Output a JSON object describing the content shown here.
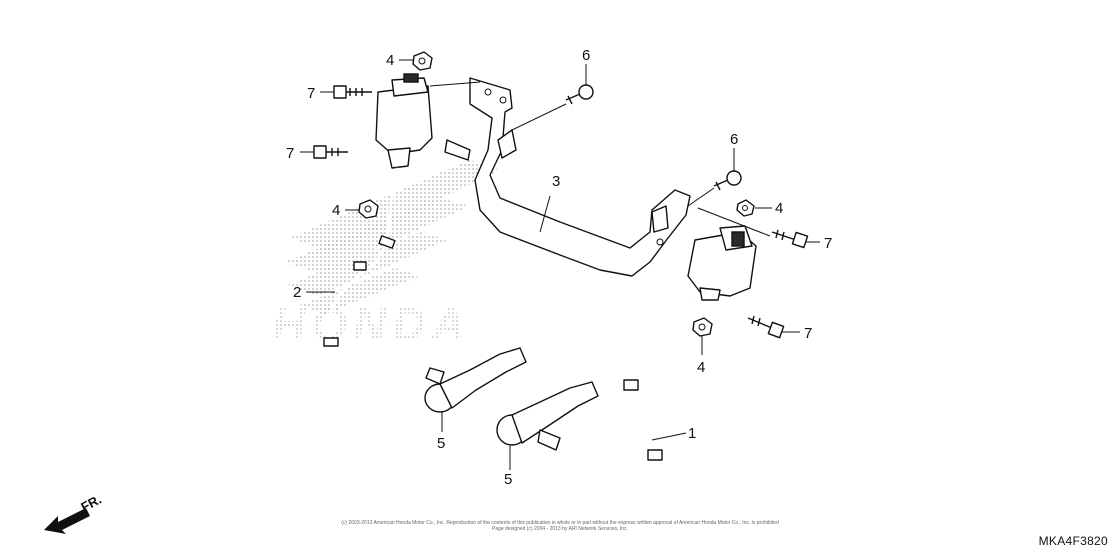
{
  "watermark": {
    "brand": "HONDA"
  },
  "callouts": {
    "c1": "1",
    "c2": "2",
    "c3": "3",
    "c4a": "4",
    "c4b": "4",
    "c4c": "4",
    "c4d": "4",
    "c5a": "5",
    "c5b": "5",
    "c6a": "6",
    "c6b": "6",
    "c7a": "7",
    "c7b": "7",
    "c7c": "7",
    "c7d": "7"
  },
  "direction": {
    "label": "FR."
  },
  "footer": {
    "copyright_line1": "(c) 2003-2013 American Honda Motor Co., Inc. Reproduction of the contents of this publication in whole or in part without the express written approval of American Honda Motor Co., Inc. is prohibited",
    "copyright_line2": "Page designed (c) 2004 - 2013 by ARI Network Services, Inc.",
    "figure_code": "MKA4F3820"
  }
}
